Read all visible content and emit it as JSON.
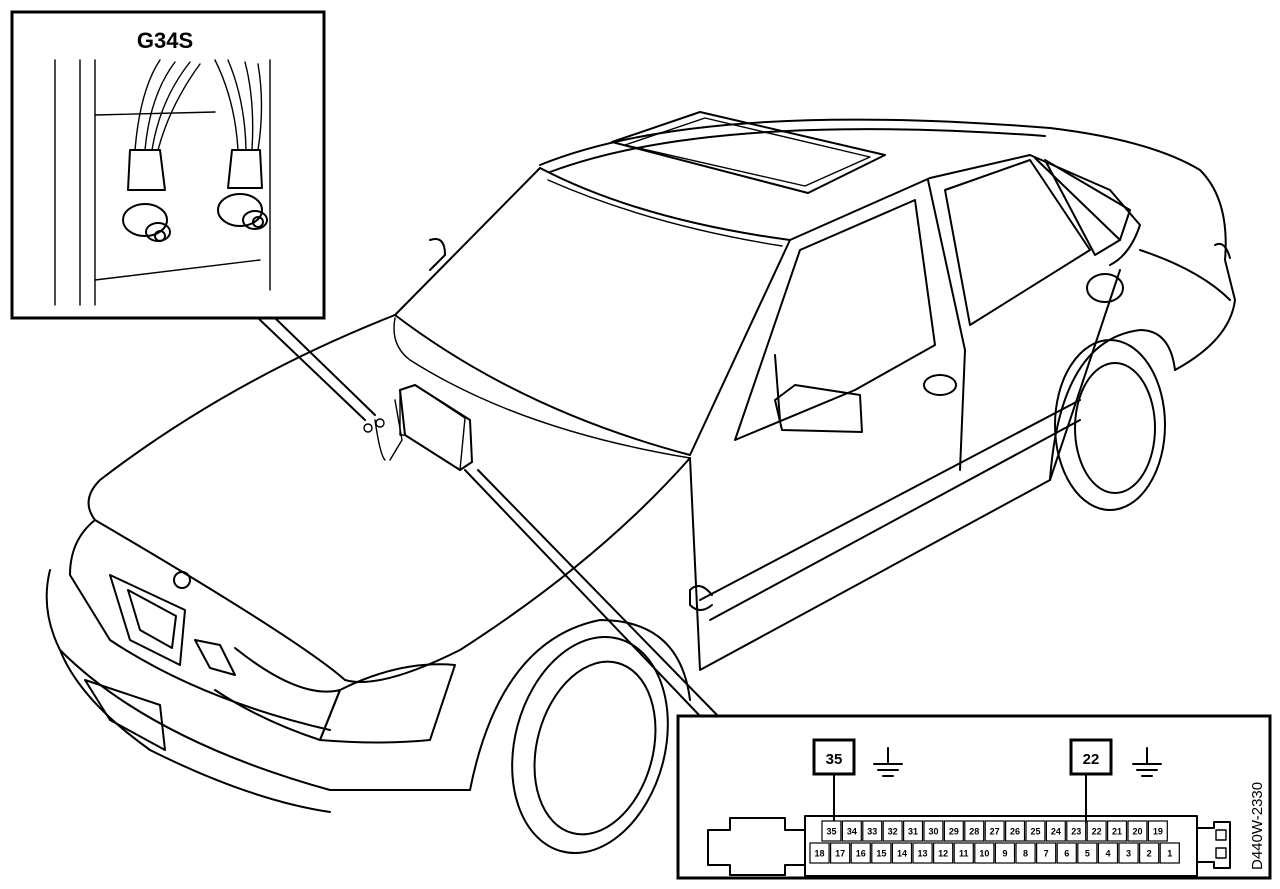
{
  "inset_label": "G34S",
  "figure_code": "D440W-2330",
  "callouts": [
    {
      "pin": "35",
      "symbol": "ground"
    },
    {
      "pin": "22",
      "symbol": "ground"
    }
  ],
  "connector": {
    "top_row": [
      "35",
      "34",
      "33",
      "32",
      "31",
      "30",
      "29",
      "28",
      "27",
      "26",
      "25",
      "24",
      "23",
      "22",
      "21",
      "20",
      "19"
    ],
    "bottom_row": [
      "18",
      "17",
      "16",
      "15",
      "14",
      "13",
      "12",
      "11",
      "10",
      "9",
      "8",
      "7",
      "6",
      "5",
      "4",
      "3",
      "2",
      "1"
    ]
  }
}
